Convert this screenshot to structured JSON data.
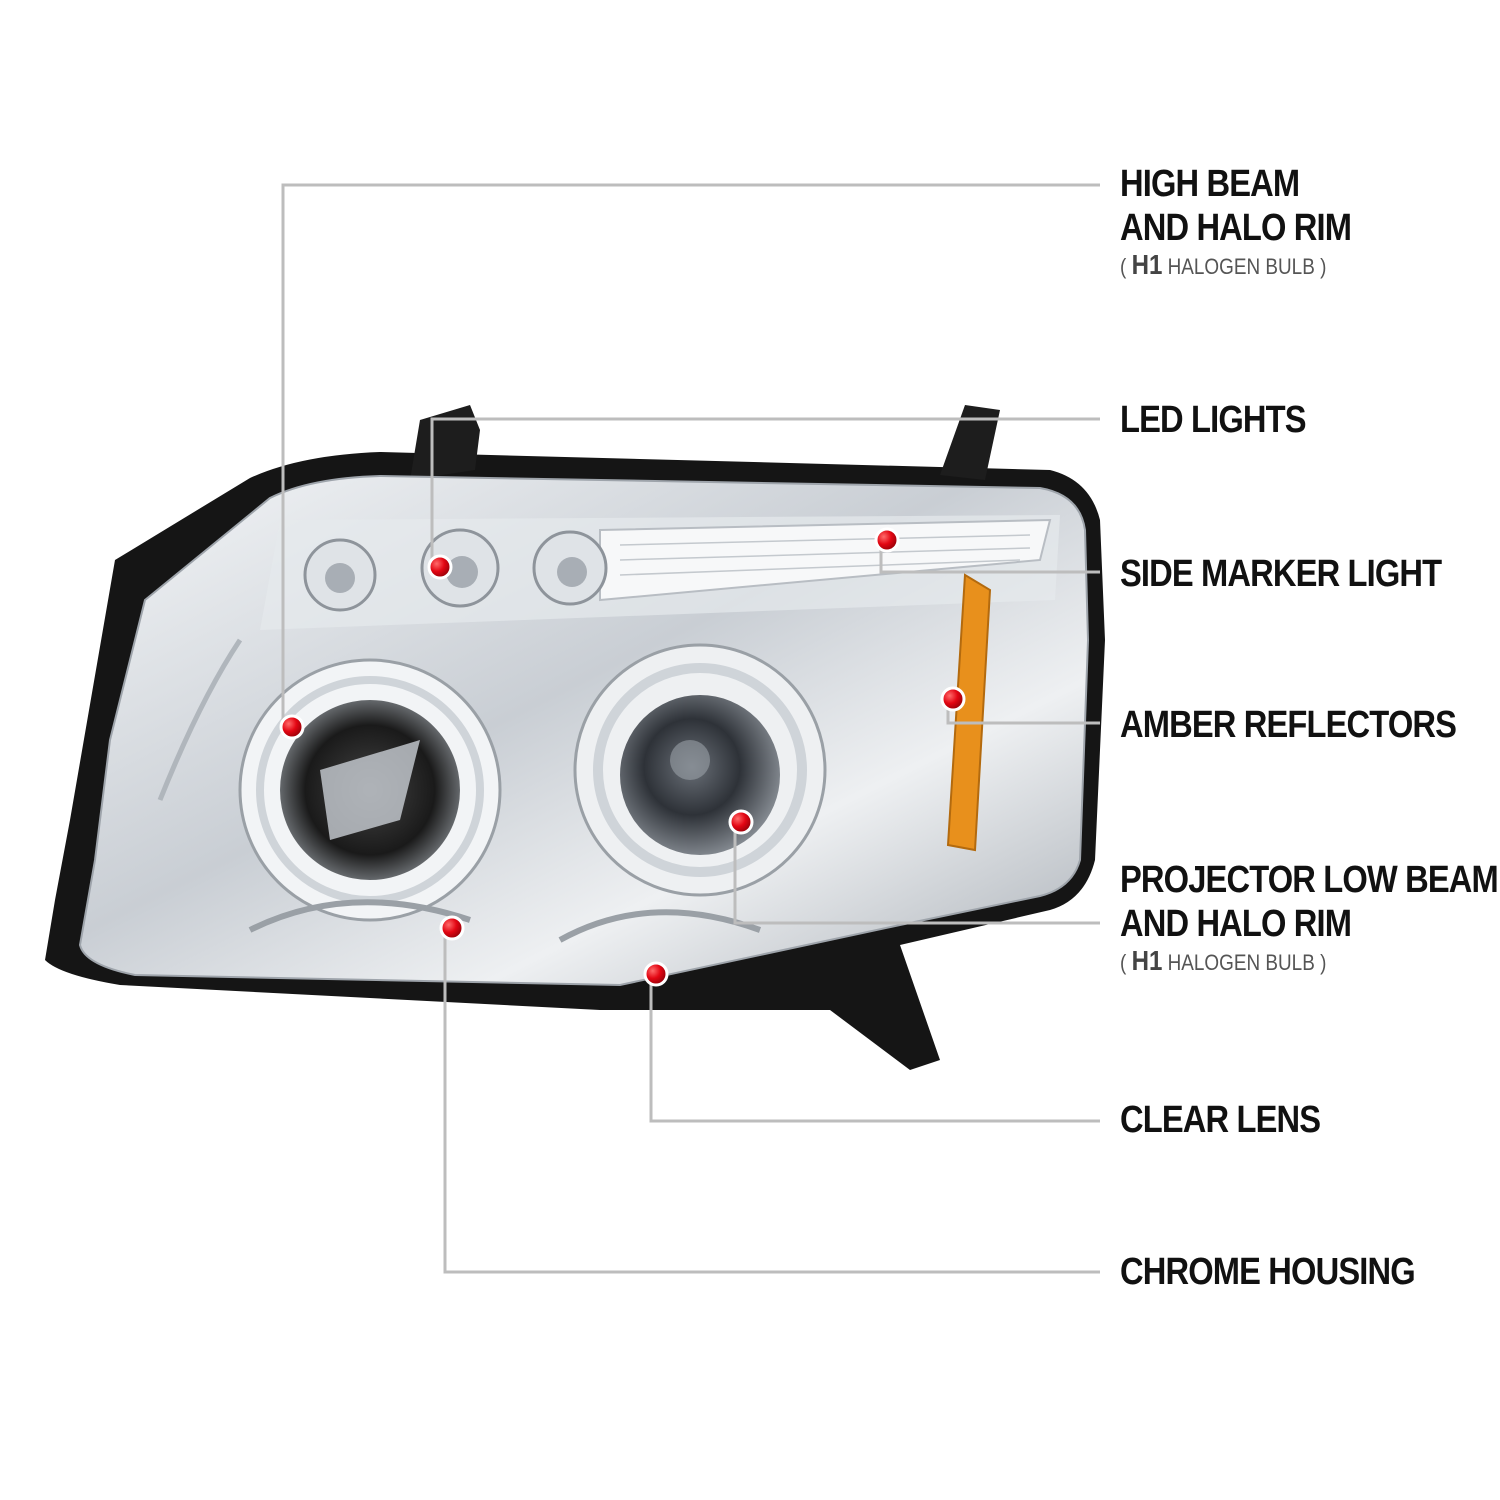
{
  "colors": {
    "callout_line": "#bdbdbd",
    "dot": "#e30613",
    "amber": "#e8901c",
    "housing": "#151515",
    "chrome": "#d9dde2"
  },
  "labels": {
    "high_beam": {
      "line1": "HIGH BEAM",
      "line2": "AND HALO RIM",
      "sub_open": "( ",
      "sub_bold": "H1",
      "sub_rest": " HALOGEN BULB )"
    },
    "led_lights": {
      "line1": "LED LIGHTS"
    },
    "side_marker": {
      "line1": "SIDE MARKER LIGHT"
    },
    "amber_reflectors": {
      "line1": "AMBER REFLECTORS"
    },
    "projector": {
      "line1": "PROJECTOR LOW BEAM",
      "line2": "AND HALO RIM",
      "sub_open": "( ",
      "sub_bold": "H1",
      "sub_rest": " HALOGEN BULB )"
    },
    "clear_lens": {
      "line1": "CLEAR LENS"
    },
    "chrome_housing": {
      "line1": "CHROME HOUSING"
    }
  }
}
